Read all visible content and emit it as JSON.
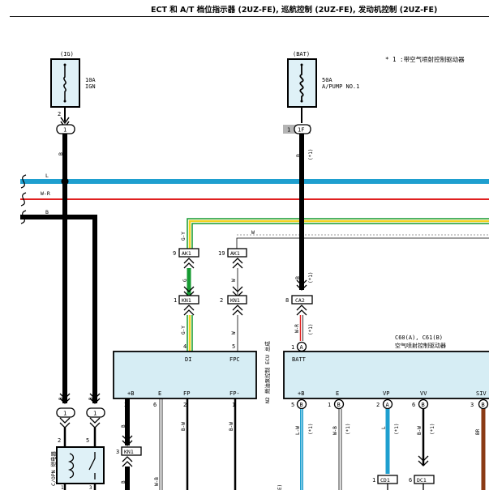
{
  "title": "ECT 和 A/T 档位指示器 (2UZ-FE), 巡航控制 (2UZ-FE), 发动机控制 (2UZ-FE)",
  "note": "* 1 :带空气喷射控制驱动器",
  "fuse_ig": {
    "supply": "(IG)",
    "rating": "10A",
    "name": "IGN",
    "pin": "2",
    "conn": "1"
  },
  "fuse_bat": {
    "supply": "(BAT)",
    "rating": "50A",
    "name": "A/PUMP NO.1",
    "pin": "1",
    "conn": "1F",
    "wire": "B",
    "star": "(*1)"
  },
  "wires": {
    "b_ig": "B",
    "l": "L",
    "wr": "W-R",
    "b": "B",
    "gy": "G-Y",
    "w": "W",
    "g": "G",
    "w2": "W",
    "gy2": "G-Y",
    "w3": "W",
    "b_ca2": "B",
    "star": "(*1)",
    "wr2": "W-R",
    "star2": "(*1)"
  },
  "connectors": {
    "ak1a": {
      "pin": "9",
      "name": "AK1"
    },
    "ak1b": {
      "pin": "19",
      "name": "AK1"
    },
    "kn1a": {
      "pin": "1",
      "name": "KN1"
    },
    "kn1b": {
      "pin": "2",
      "name": "KN1"
    },
    "ca2": {
      "pin": "8",
      "name": "CA2"
    },
    "kn1c": {
      "pin": "3",
      "name": "KN1"
    },
    "cd1": {
      "pin": "1",
      "name": "CD1"
    },
    "dc1": {
      "pin": "6",
      "name": "DC1"
    }
  },
  "ecu_fuel": {
    "label": "N2 燃油泵控制 ECU 总成",
    "top_pins": [
      {
        "num": "4",
        "name": "DI"
      },
      {
        "num": "5",
        "name": "FPC"
      }
    ],
    "bottom_pins": [
      {
        "num": "3",
        "name": "+B"
      },
      {
        "num": "6",
        "name": "E"
      },
      {
        "num": "2",
        "name": "FP"
      },
      {
        "num": "1",
        "name": "FP-"
      }
    ]
  },
  "driver": {
    "label1": "C60(A), C61(B)",
    "label2": "空气喷射控制驱动器",
    "batt_pin": "1",
    "batt_letter": "A",
    "batt_name": "BATT",
    "bottom_pins": [
      {
        "num": "5",
        "conn": "B",
        "name": "+B"
      },
      {
        "num": "1",
        "conn": "B",
        "name": "E"
      },
      {
        "num": "2",
        "conn": "A",
        "name": "VP"
      },
      {
        "num": "6",
        "conn": "B",
        "name": "VV"
      },
      {
        "num": "3",
        "conn": "B",
        "name": "SIV"
      }
    ]
  },
  "bottom_wires": {
    "b1": "B",
    "b2": "B",
    "wb": "W-B",
    "bw": "B-W",
    "bw2": "B-W",
    "lw": "L-W",
    "wb2": "W-B",
    "l": "L",
    "bw3": "B-W",
    "br": "BR",
    "star": "(*1)",
    "e": "E)"
  },
  "relay": {
    "label": "C/OPN 继电器",
    "pin_left": "2",
    "pin_right": "5",
    "pin_bl": "1",
    "pin_br": "3",
    "conn_left": "1",
    "conn_right": "1"
  },
  "colors": {
    "blue": "#1e9fcf",
    "red": "#e02020",
    "green": "#159a31",
    "yellow": "#f2d21f",
    "ecu_fill": "#d6edf4",
    "brown": "#8a3a14",
    "fuse_fill": "#dff1f7",
    "gray": "#b4b4b4"
  }
}
